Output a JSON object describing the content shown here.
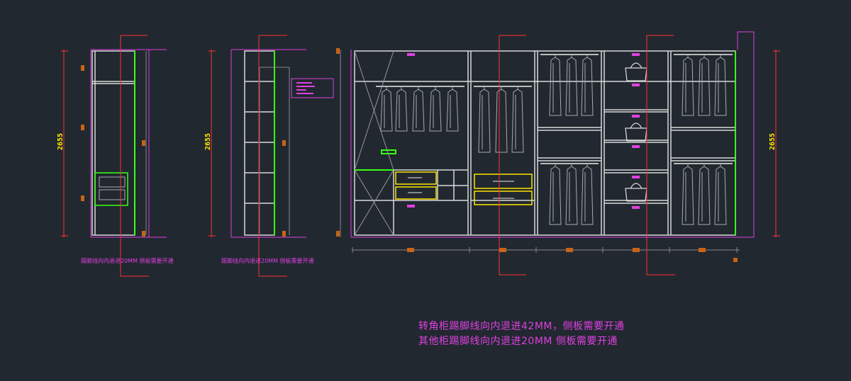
{
  "drawing": {
    "dimensions": {
      "left_height": "2655",
      "middle_height": "2655",
      "right_height": "2655"
    },
    "captions": {
      "left_view": "踢脚线向内退进20MM 侧板需要开通",
      "middle_view": "踢脚线向内退进20MM 侧板需要开通"
    },
    "notes": {
      "line1": "转角柜踢脚线向内退进42MM，侧板需要开通",
      "line2": "其他柜踢脚线向内退进20MM 侧板需要开通"
    },
    "colors": {
      "background": "#212830",
      "panel": "#d9d9d9",
      "highlight": "#39ff14",
      "annotation": "#e040e0",
      "dimension": "#ffea00",
      "leader": "#ff3030",
      "drawer": "#ffe600"
    }
  }
}
